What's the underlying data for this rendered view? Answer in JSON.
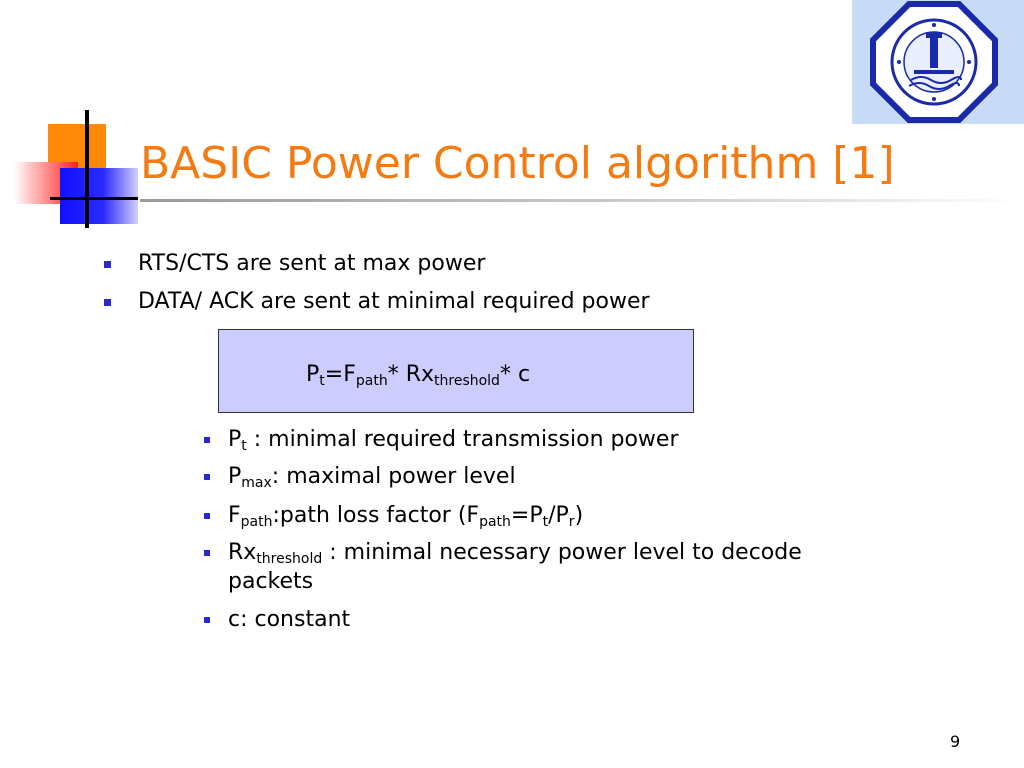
{
  "title": "BASIC Power Control algorithm [1]",
  "bullets": [
    "RTS/CTS are sent at max power",
    "DATA/ ACK are sent at minimal required  power"
  ],
  "formula": {
    "p": "P",
    "p_sub": "t",
    "eq_f": "=F",
    "f_sub": "path",
    "times_rx": "* Rx",
    "rx_sub": "threshold",
    "times_c": "* c"
  },
  "definitions": {
    "pt": {
      "sym": "P",
      "sub": "t",
      "text": " : minimal required transmission power"
    },
    "pmax": {
      "sym": "P",
      "sub": "max",
      "text": ":  maximal power level"
    },
    "fpath": {
      "sym": "F",
      "sub": "path",
      "text": ":path loss factor (F",
      "sub2": "path",
      "text2": "=P",
      "sub3": "t",
      "text3": "/P",
      "sub4": "r",
      "text4": ")"
    },
    "rx": {
      "sym": "Rx",
      "sub": "threshold",
      "text": " : minimal necessary power level to decode",
      "text_line2": "packets"
    },
    "c": {
      "text": "c: constant"
    }
  },
  "page_number": "9",
  "colors": {
    "title": "#f47a12",
    "bullet": "#2a2acc",
    "formula_bg": "#ccccff",
    "logo_bg": "#c8dcf8"
  }
}
